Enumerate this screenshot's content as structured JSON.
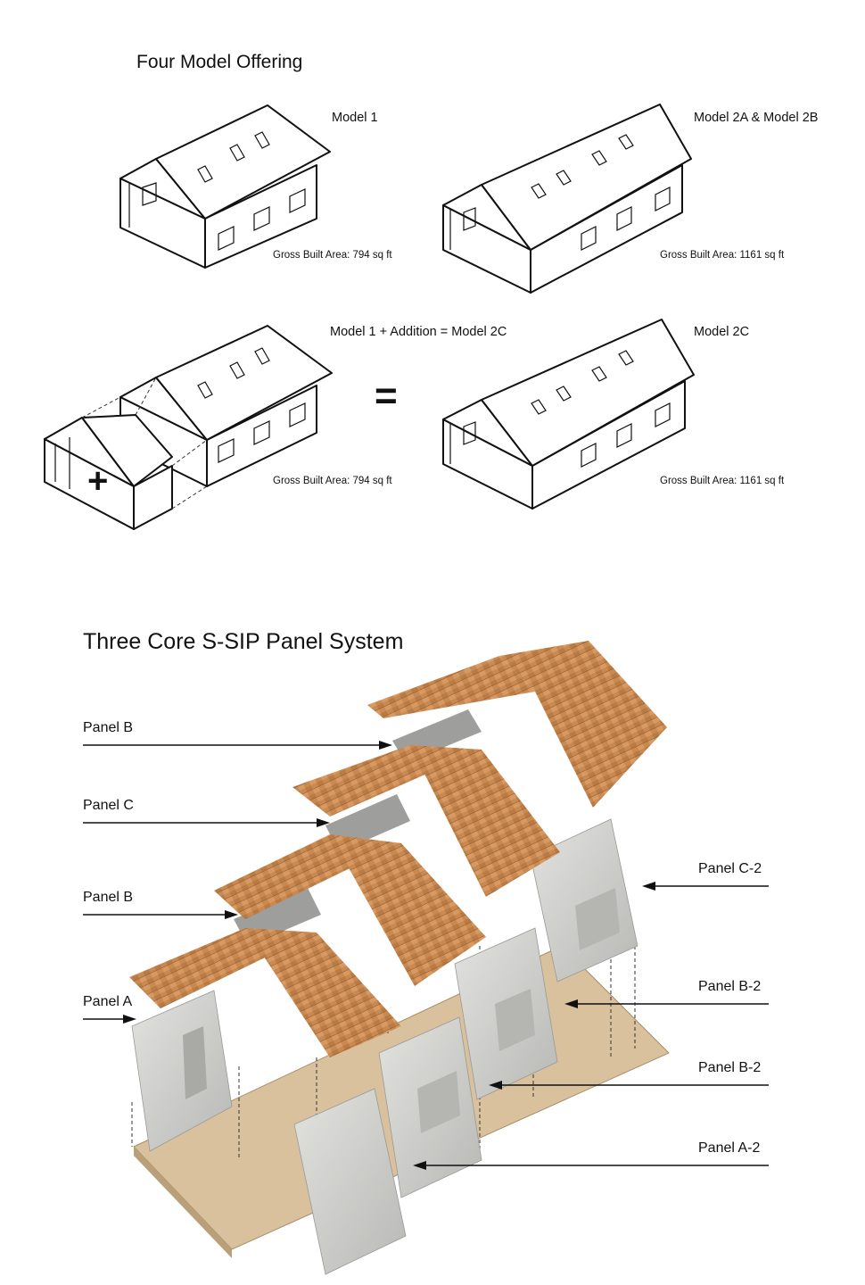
{
  "section1": {
    "title": "Four Model Offering",
    "models": [
      {
        "name": "Model 1",
        "area": "Gross Built Area: 794 sq ft"
      },
      {
        "name": "Model 2A & Model 2B",
        "area": "Gross Built Area: 1161 sq ft"
      },
      {
        "name": "Model 1 + Addition = Model 2C",
        "area": "Gross Built Area: 794 sq ft"
      },
      {
        "name": "Model 2C",
        "area": "Gross Built Area: 1161 sq ft"
      }
    ],
    "plus_symbol": "+",
    "equals_symbol": "="
  },
  "section2": {
    "title": "Three Core S-SIP Panel System",
    "left_labels": [
      "Panel B",
      "Panel C",
      "Panel B",
      "Panel A"
    ],
    "right_labels": [
      "Panel C-2",
      "Panel B-2",
      "Panel B-2",
      "Panel A-2"
    ]
  },
  "colors": {
    "roof_tile": "#c98a52",
    "roof_tile_dark": "#a86a3a",
    "concrete": "#cfcfcc",
    "concrete_dark": "#a9a9a6",
    "floor_wood": "#d8c19c"
  }
}
